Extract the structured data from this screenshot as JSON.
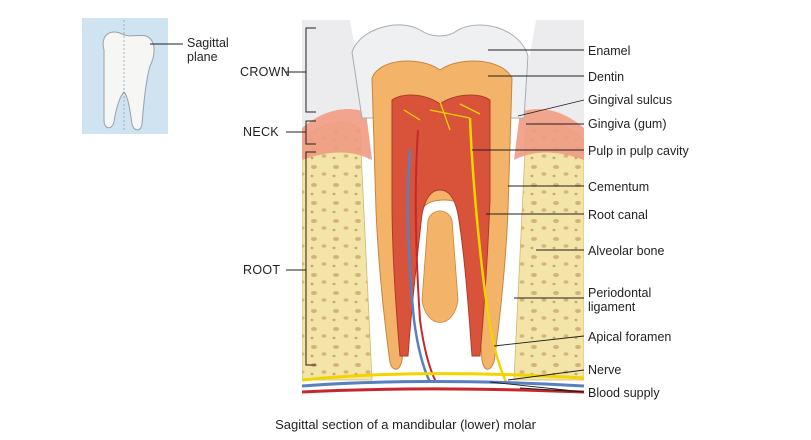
{
  "inset": {
    "plane_label": "Sagittal\nplane"
  },
  "regions": {
    "crown": "CROWN",
    "neck": "NECK",
    "root": "ROOT"
  },
  "labels": {
    "enamel": "Enamel",
    "dentin": "Dentin",
    "gingival_sulcus": "Gingival sulcus",
    "gingiva": "Gingiva (gum)",
    "pulp": "Pulp in pulp cavity",
    "cementum": "Cementum",
    "root_canal": "Root canal",
    "alveolar_bone": "Alveolar bone",
    "periodontal_ligament": "Periodontal\nligament",
    "apical_foramen": "Apical foramen",
    "nerve": "Nerve",
    "blood_supply": "Blood supply"
  },
  "caption": "Sagittal section of a mandibular (lower) molar",
  "colors": {
    "enamel": "#eef0f2",
    "dentin": "#f3b368",
    "pulp": "#d9533a",
    "bone": "#f3e4a8",
    "gum": "#f09a82",
    "nerve": "#f2d400",
    "vein": "#5a7fc0",
    "artery": "#c4282d",
    "inset_bg": "#cfe3f0"
  }
}
